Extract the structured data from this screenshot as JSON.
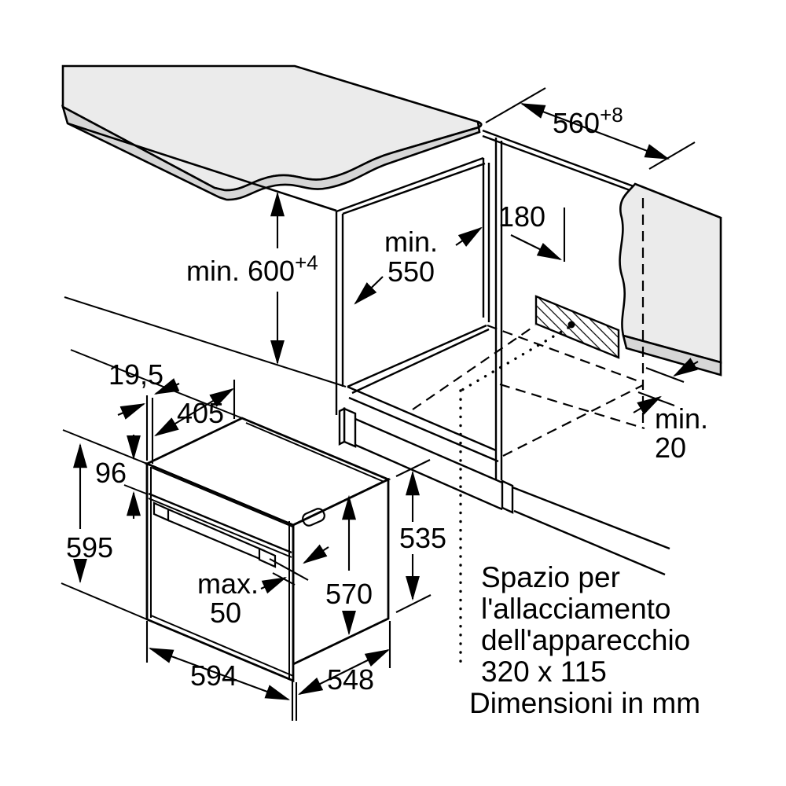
{
  "colors": {
    "line": "#000000",
    "surface": "#ebebeb",
    "edge_band": "#d6d6d6",
    "background": "#ffffff"
  },
  "labels": {
    "niche_width_main": "560",
    "niche_width_sup": "+8",
    "niche_height_main": "min. 600",
    "niche_height_sup": "+4",
    "niche_depth_line1": "min.",
    "niche_depth_line2": "550",
    "connection_offset": "180",
    "rear_gap_line1": "min.",
    "rear_gap_line2": "20",
    "front_protrusion": "19,5",
    "top_depth": "405",
    "control_panel_height": "96",
    "appliance_height": "595",
    "handle_max_line1": "max.",
    "handle_max_line2": "50",
    "appliance_width": "594",
    "body_height_inner": "570",
    "body_height_rear": "535",
    "body_depth": "548",
    "note_line1": "Spazio per",
    "note_line2": "l'allacciamento",
    "note_line3": "dell'apparecchio",
    "note_line4": "320 x 115",
    "note_line5": "Dimensioni in mm"
  }
}
